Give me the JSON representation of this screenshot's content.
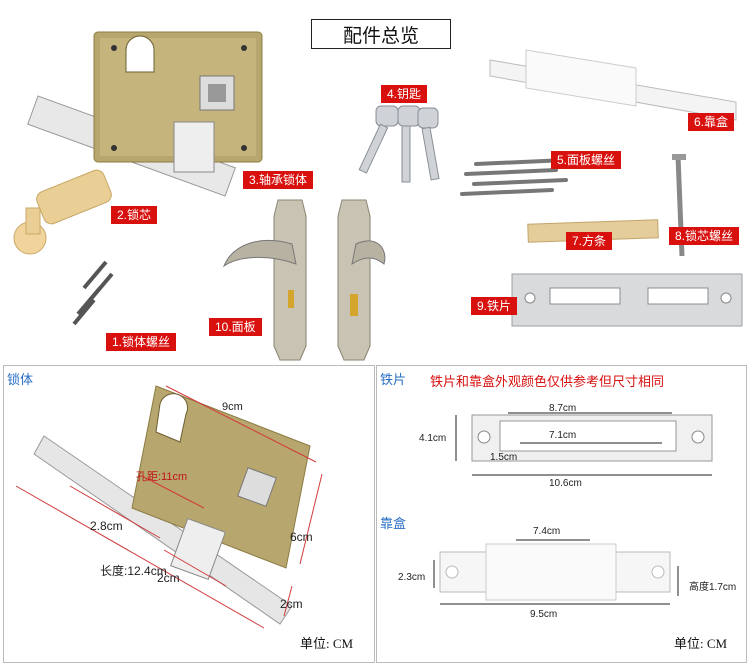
{
  "header": {
    "title": "配件总览"
  },
  "parts": {
    "p1": "1.锁体螺丝",
    "p2": "2.锁芯",
    "p3": "3.轴承锁体",
    "p4": "4.钥匙",
    "p5": "5.面板螺丝",
    "p6": "6.靠盒",
    "p7": "7.方条",
    "p8": "8.锁芯螺丝",
    "p9": "9.铁片",
    "p10": "10.面板"
  },
  "lockbody": {
    "label": "锁体",
    "width": "9cm",
    "hole": "孔距:11cm",
    "height": "6cm",
    "d28": "2.8cm",
    "d2a": "2cm",
    "length": "长度:12.4cm",
    "d2b": "2cm",
    "unit": "单位: CM"
  },
  "plate": {
    "label": "铁片",
    "note": "铁片和靠盒外观颜色仅供参考但尺寸相同",
    "w87": "8.7cm",
    "w71": "7.1cm",
    "h41": "4.1cm",
    "w15": "1.5cm",
    "w106": "10.6cm"
  },
  "box": {
    "label": "靠盒",
    "w74": "7.4cm",
    "h23": "2.3cm",
    "h17": "高度1.7cm",
    "w95": "9.5cm",
    "unit": "单位: CM"
  }
}
